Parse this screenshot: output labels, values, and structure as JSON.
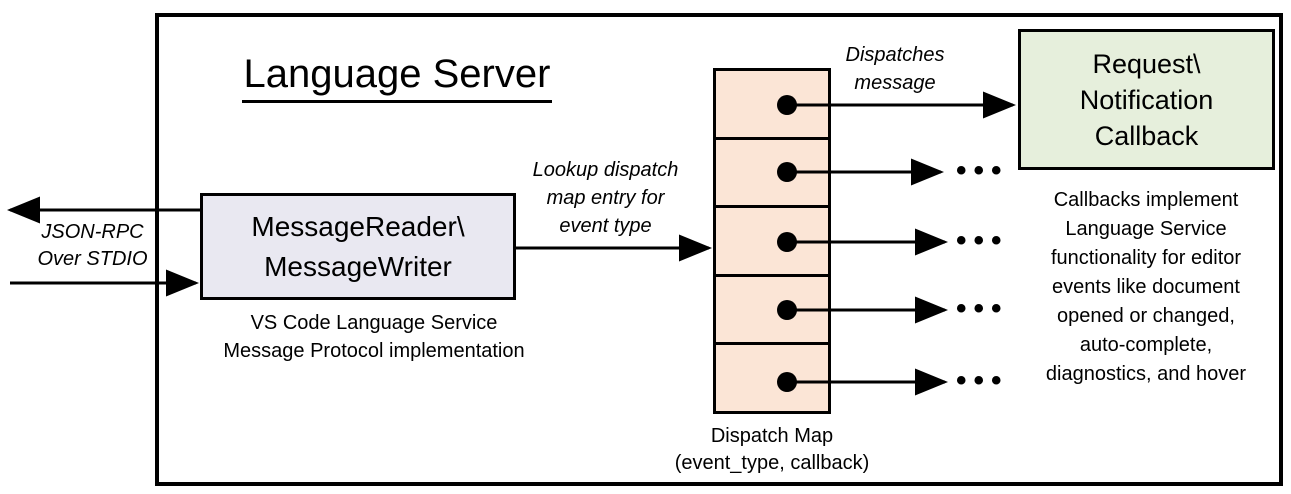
{
  "diagram": {
    "title": "Language Server",
    "io_label": {
      "line1": "JSON-RPC",
      "line2": "Over STDIO"
    },
    "reader_box": {
      "line1": "MessageReader\\",
      "line2": "MessageWriter"
    },
    "reader_caption": {
      "line1": "VS Code Language Service",
      "line2": "Message Protocol implementation"
    },
    "lookup_label": {
      "line1": "Lookup dispatch",
      "line2": "map entry for",
      "line3": "event type"
    },
    "dispatches_label": {
      "line1": "Dispatches",
      "line2": "message"
    },
    "callback_box": {
      "line1": "Request\\",
      "line2": "Notification",
      "line3": "Callback"
    },
    "dispatch_map_label": {
      "line1": "Dispatch Map",
      "line2": "(event_type, callback)"
    },
    "callbacks_note": {
      "lines": [
        "Callbacks implement",
        "Language Service",
        "functionality for editor",
        "events like document",
        "opened or changed,",
        "auto-complete,",
        "diagnostics, and hover"
      ]
    },
    "ellipsis": "•••",
    "dispatch_map_rows": 5,
    "colors": {
      "reader_fill": "#E9E8F1",
      "dispatch_fill": "#FBE5D6",
      "callback_fill": "#E6EFDC",
      "stroke": "#000000",
      "background": "#FFFFFF"
    }
  }
}
